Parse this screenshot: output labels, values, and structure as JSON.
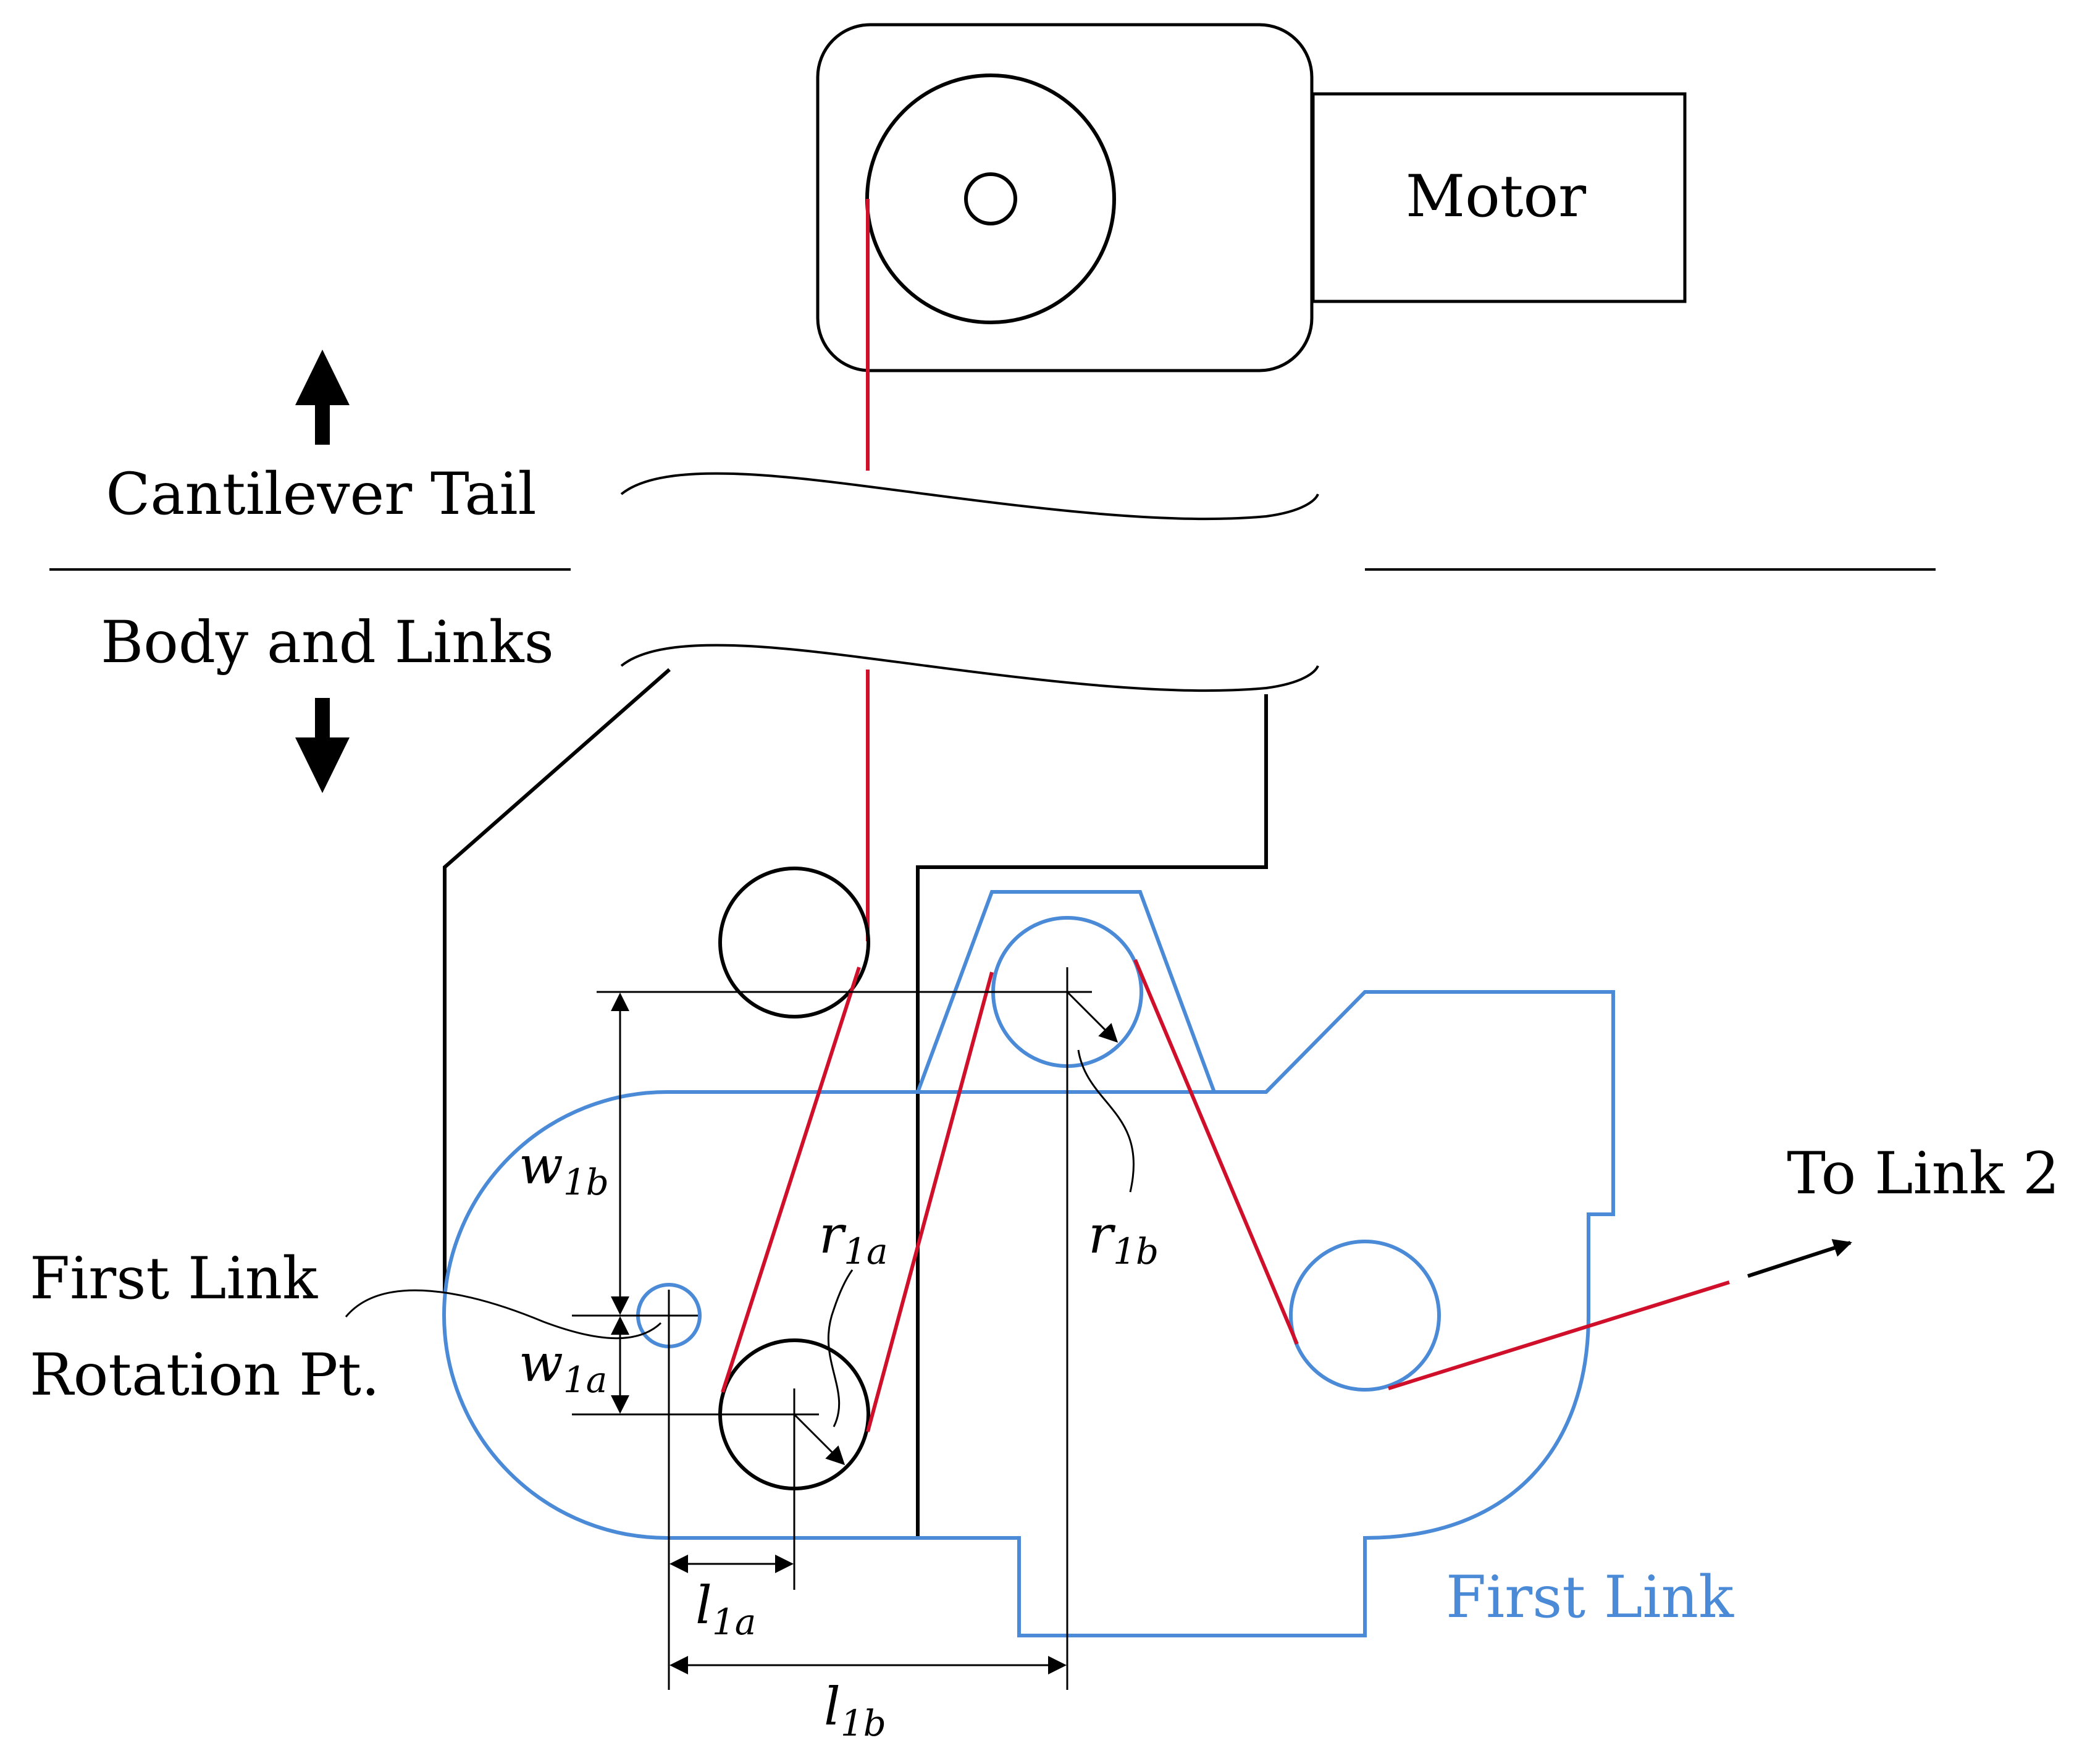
{
  "labels": {
    "motor": "Motor",
    "cantilever_tail": "Cantilever Tail",
    "body_and_links": "Body and Links",
    "to_link_2": "To Link 2",
    "first_link": "First Link",
    "rotation_pt_line1": "First Link",
    "rotation_pt_line2": "Rotation Pt."
  },
  "dimensions": {
    "w1b": {
      "base": "w",
      "sub": "1b"
    },
    "w1a": {
      "base": "w",
      "sub": "1a"
    },
    "r1a": {
      "base": "r",
      "sub": "1a"
    },
    "r1b": {
      "base": "r",
      "sub": "1b"
    },
    "l1a": {
      "base": "l",
      "sub": "1a"
    },
    "l1b": {
      "base": "l",
      "sub": "1b"
    }
  },
  "colors": {
    "structure": "#000000",
    "first_link": "#4a8ad6",
    "tendon": "#d0102a"
  }
}
